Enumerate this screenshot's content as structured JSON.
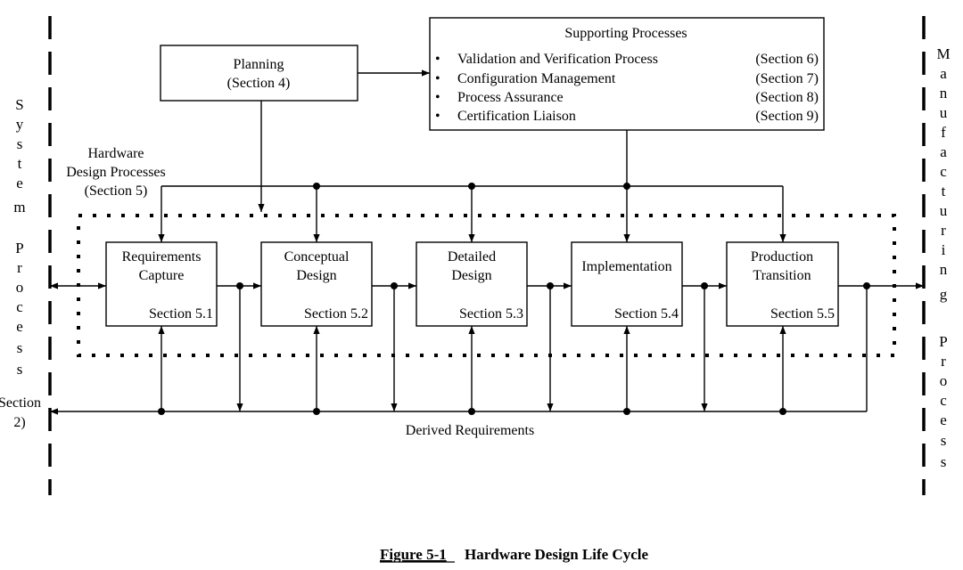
{
  "left_boundary": {
    "letters1": [
      "S",
      "y",
      "s",
      "t",
      "e",
      "m"
    ],
    "letters2": [
      "P",
      "r",
      "o",
      "c",
      "e",
      "s",
      "s"
    ],
    "section_line1": "Section",
    "section_line2": "2)"
  },
  "right_boundary": {
    "letters1": [
      "M",
      "a",
      "n",
      "u",
      "f",
      "a",
      "c",
      "t",
      "u",
      "r",
      "i",
      "n",
      "g"
    ],
    "letters2": [
      "P",
      "r",
      "o",
      "c",
      "e",
      "s",
      "s"
    ]
  },
  "planning": {
    "line1": "Planning",
    "line2": "(Section 4)"
  },
  "supporting": {
    "title": "Supporting Processes",
    "bullet": "•",
    "items": [
      {
        "label": "Validation and Verification Process",
        "section": "(Section 6)"
      },
      {
        "label": "Configuration Management",
        "section": "(Section 7)"
      },
      {
        "label": "Process Assurance",
        "section": "(Section 8)"
      },
      {
        "label": "Certification Liaison",
        "section": "(Section 9)"
      }
    ]
  },
  "hw_design": {
    "line1": "Hardware",
    "line2": "Design Processes",
    "line3": "(Section 5)"
  },
  "processes": [
    {
      "line1": "Requirements",
      "line2": "Capture",
      "section": "Section 5.1"
    },
    {
      "line1": "Conceptual",
      "line2": "Design",
      "section": "Section 5.2"
    },
    {
      "line1": "Detailed",
      "line2": "Design",
      "section": "Section 5.3"
    },
    {
      "line1": "Implementation",
      "line2": "",
      "section": "Section 5.4"
    },
    {
      "line1": "Production",
      "line2": "Transition",
      "section": "Section 5.5"
    }
  ],
  "derived_requirements": "Derived Requirements",
  "caption": {
    "figure": "Figure 5-1",
    "title": "Hardware Design Life Cycle"
  }
}
